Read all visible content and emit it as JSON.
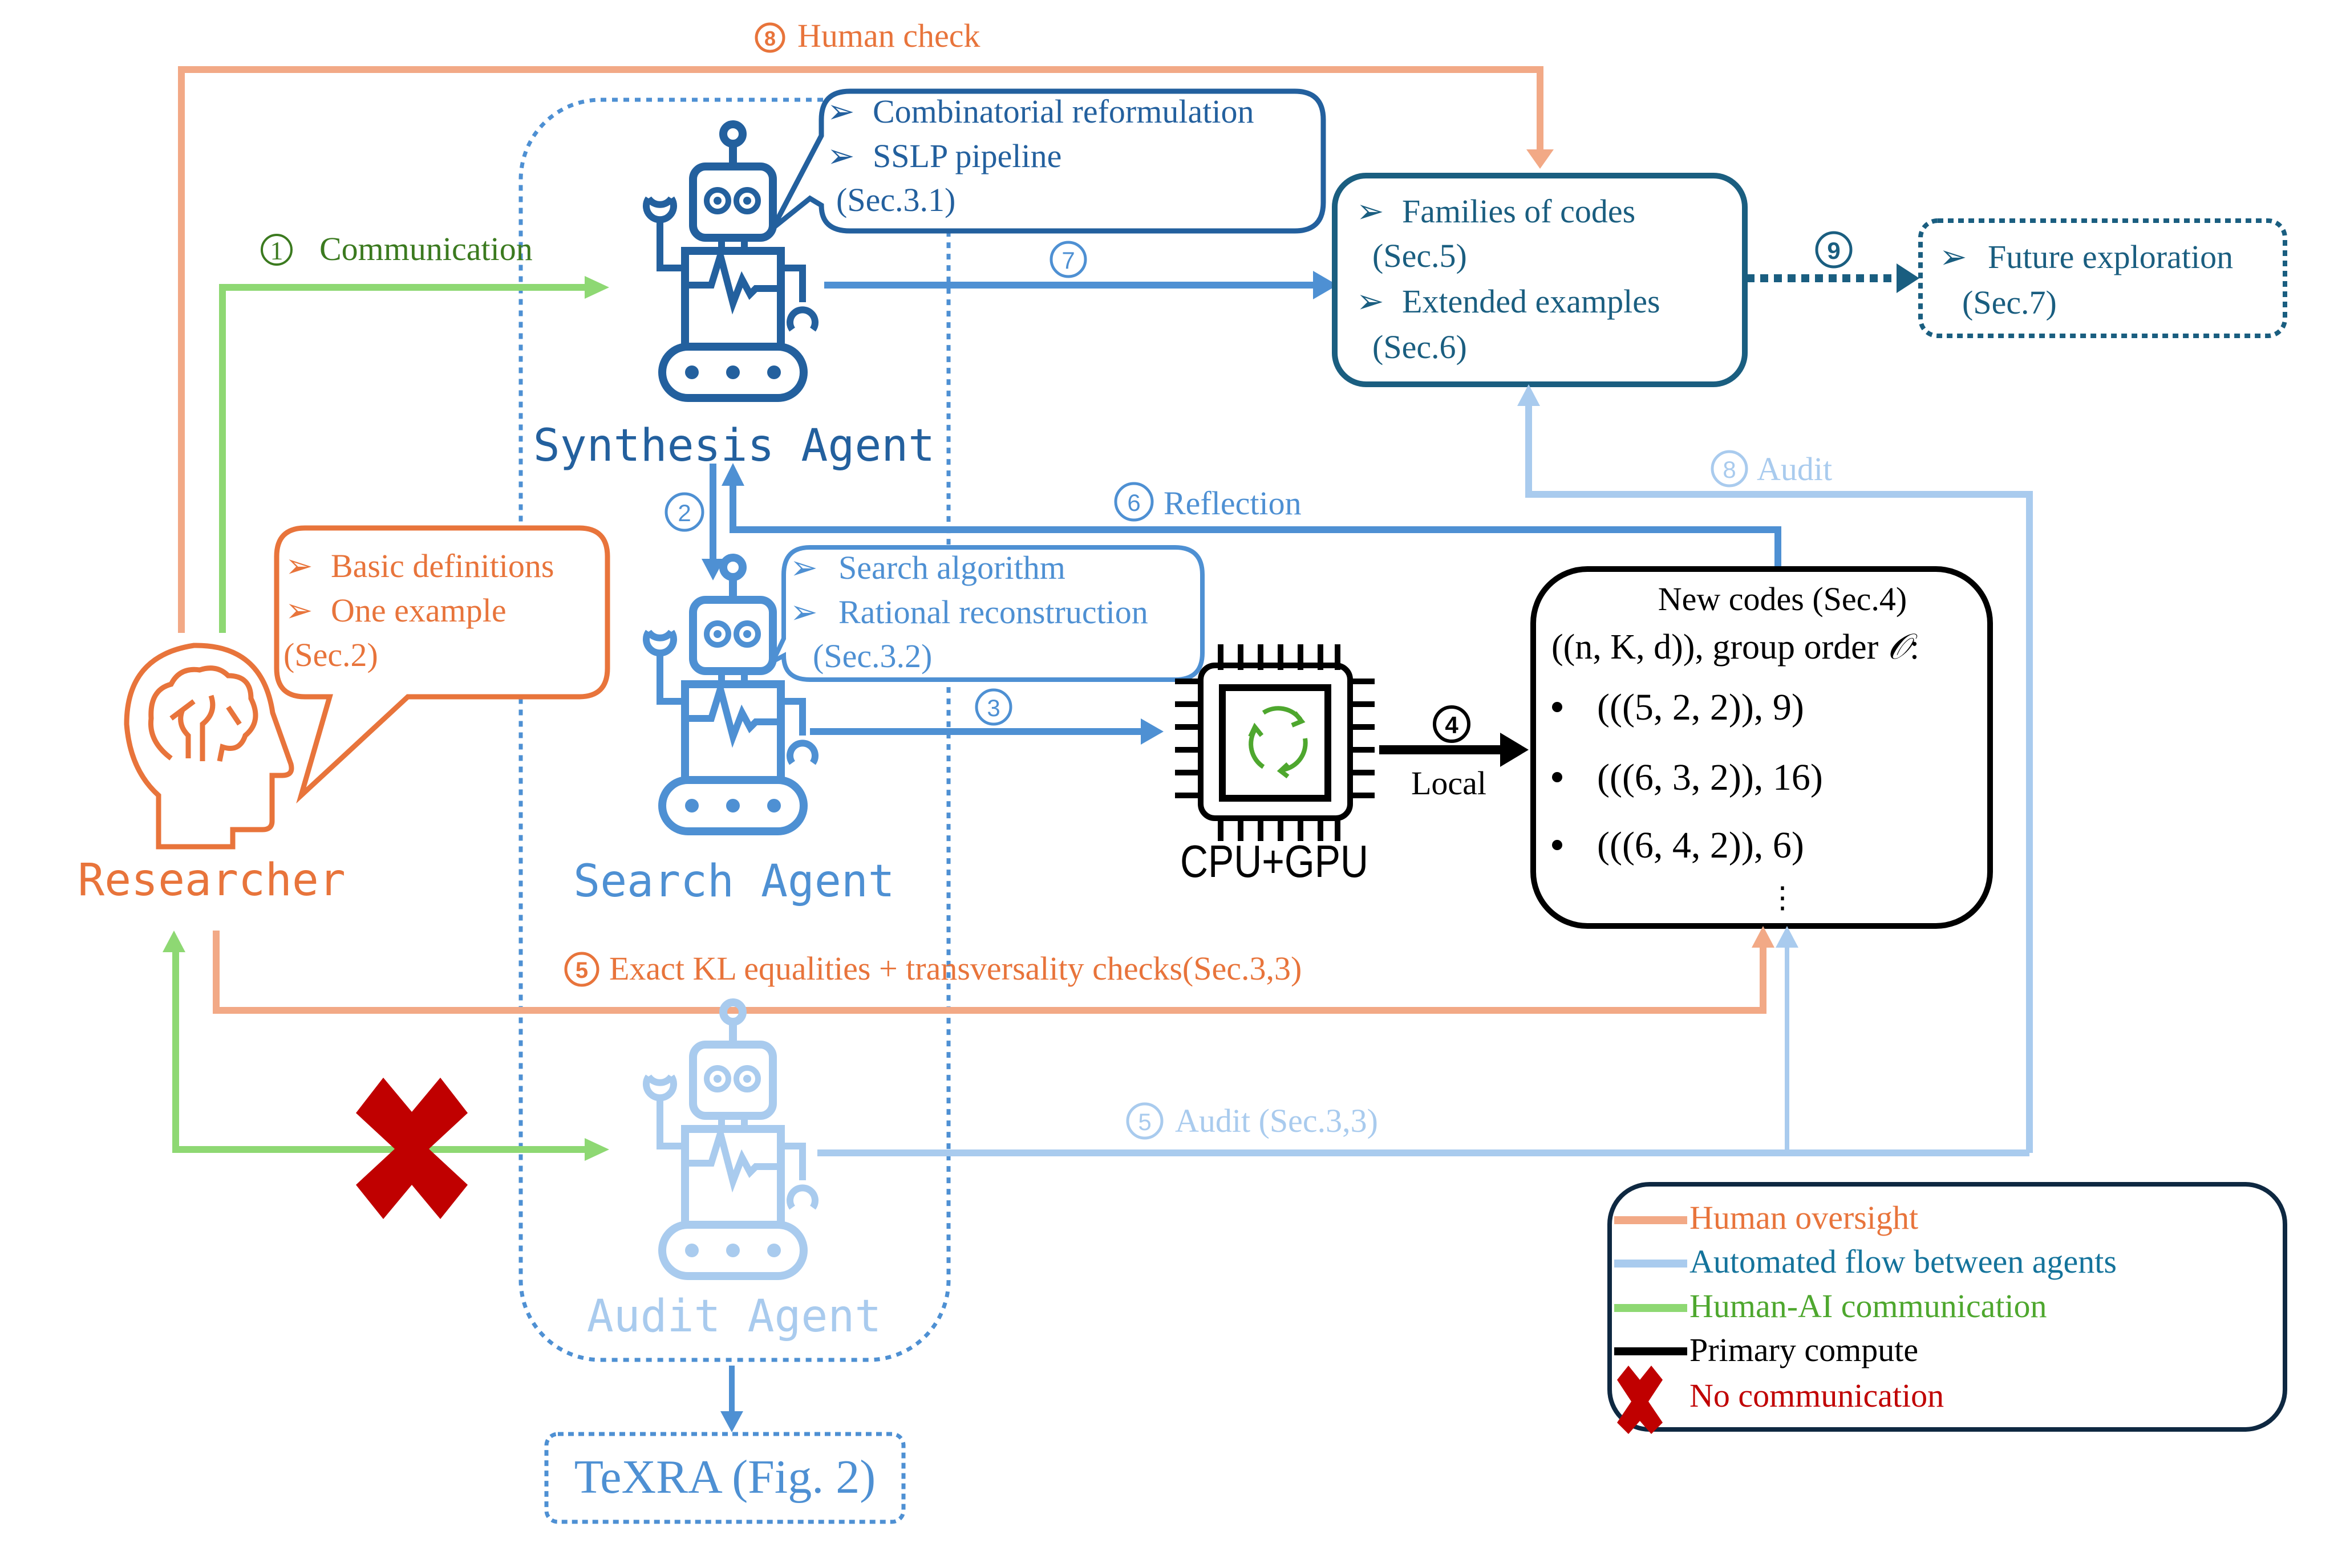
{
  "colors": {
    "human_oversight": "#F2A986",
    "human_text": "#E8743B",
    "automated_light": "#A9CBEE",
    "automated_mid": "#4E90D3",
    "synthesis_dark": "#23609E",
    "families_dark": "#1A5E80",
    "green_line": "#8ED873",
    "green_text": "#3B7A1F",
    "legend_green_text": "#4EA72E",
    "legend_blue_text": "#14739B",
    "black": "#000000",
    "red_x": "#C00000",
    "legend_border": "#0E2841"
  },
  "flows": {
    "human_check": {
      "step": "8",
      "label": "Human check"
    },
    "communication": {
      "step": "1",
      "label": "Communication"
    },
    "step2": {
      "step": "2"
    },
    "step3": {
      "step": "3"
    },
    "local": {
      "step": "4",
      "label": "Local"
    },
    "exact_kl": {
      "step": "5",
      "label": "Exact KL equalities + transversality checks(Sec.3,3)"
    },
    "audit_sec33": {
      "step": "5",
      "label": "Audit (Sec.3,3)"
    },
    "reflection": {
      "step": "6",
      "label": "Reflection"
    },
    "step7": {
      "step": "7"
    },
    "audit8": {
      "step": "8",
      "label": "Audit"
    },
    "step9": {
      "step": "9"
    }
  },
  "agents": {
    "synthesis": {
      "label": "Synthesis Agent",
      "bubble": [
        "Combinatorial reformulation",
        "SSLP pipeline"
      ],
      "bubble_ref": "(Sec.3.1)"
    },
    "search": {
      "label": "Search Agent",
      "bubble": [
        "Search algorithm",
        "Rational reconstruction"
      ],
      "bubble_ref": "(Sec.3.2)"
    },
    "audit": {
      "label": "Audit Agent"
    }
  },
  "researcher": {
    "label": "Researcher",
    "bubble": [
      "Basic definitions",
      "One example"
    ],
    "bubble_ref": "(Sec.2)"
  },
  "compute": {
    "label": "CPU+GPU"
  },
  "new_codes": {
    "title": "New codes (Sec.4)",
    "header": [
      "((n, K, d)), group order ",
      "𝒪",
      ":"
    ],
    "items": [
      {
        "params": "(((5, 2, 2)), 9)"
      },
      {
        "params": "(((6, 3, 2)), 16)"
      },
      {
        "params": "(((6, 4, 2)), 6)"
      }
    ],
    "more": "⋮"
  },
  "families": {
    "items": [
      {
        "label": "Families of codes",
        "ref": "(Sec.5)"
      },
      {
        "label": "Extended examples",
        "ref": "(Sec.6)"
      }
    ]
  },
  "future": {
    "label": "Future exploration",
    "ref": "(Sec.7)"
  },
  "texra": {
    "label": "TeXRA (Fig. 2)"
  },
  "legend": {
    "items": [
      {
        "label": "Human oversight",
        "swatch": "line-orange"
      },
      {
        "label": "Automated flow between agents",
        "swatch": "line-light-blue"
      },
      {
        "label": "Human-AI communication",
        "swatch": "line-green"
      },
      {
        "label": "Primary compute",
        "swatch": "line-black"
      },
      {
        "label": "No communication",
        "swatch": "red-x"
      }
    ]
  }
}
